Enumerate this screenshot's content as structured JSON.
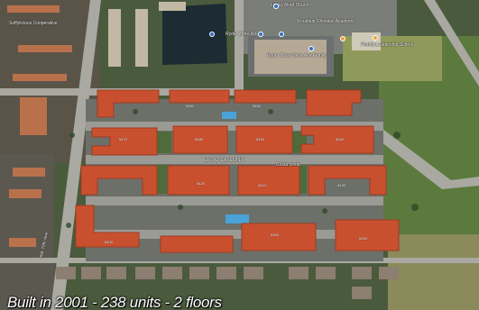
{
  "map": {
    "caption": "Built in 2001 - 238 units - 2 floors",
    "place_labels": [
      {
        "text": "Soffylicious Cooperative",
        "cls": "poi"
      },
      {
        "text": "Ryder Zone Rd",
        "cls": "poi"
      },
      {
        "text": "Living Word Church",
        "cls": "poi"
      },
      {
        "text": "Fountain Christian Academy",
        "cls": "poi"
      },
      {
        "text": "Florida Leadership School",
        "cls": "poi"
      },
      {
        "text": "Ryder Drive Oshe Ave Family",
        "cls": "poi"
      },
      {
        "text": "LAGO DE LUNA",
        "cls": "area"
      },
      {
        "text": "Costa Linda",
        "cls": "area"
      },
      {
        "text": "NW 79th Ave",
        "cls": "street"
      }
    ],
    "building_numbers": [
      "5460",
      "5450",
      "5470",
      "5480",
      "5490",
      "5440",
      "5420",
      "5410",
      "5430",
      "5400",
      "5300",
      "5390"
    ],
    "colors": {
      "roof": "#c9502f",
      "roof_dark": "#9e3b22",
      "road": "#a9a9a2",
      "grass": "#4f6b3c",
      "pool": "#4aa3d8",
      "lake": "#1d2b33",
      "pin_orange": "#f0a12b",
      "pin_blue": "#2f6fc4"
    }
  }
}
